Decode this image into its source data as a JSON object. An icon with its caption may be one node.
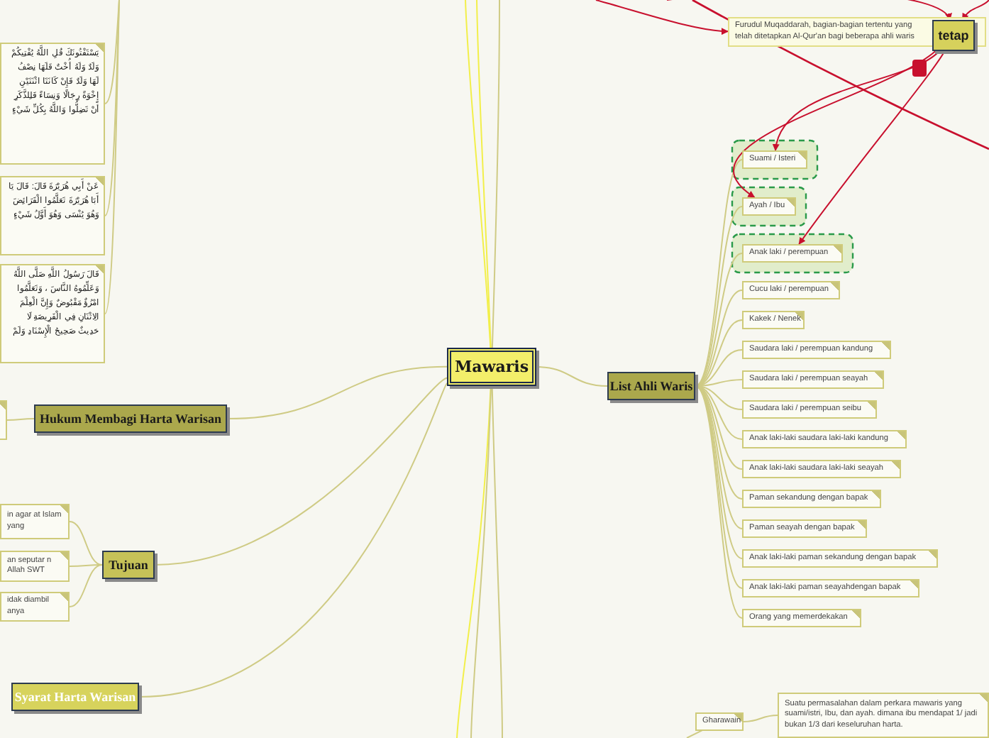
{
  "diagram": {
    "nodes": [
      {
        "text": [
          "Mawaris"
        ]
      },
      {
        "text": [
          "يَسْتَفْتُونَكَ قُلِ اللَّهُ يُفْتِيكُمْ وَلَدٌ وَلَهُ أُخْتٌ فَلَهَا نِصْفُ لَهَا وَلَدٌ فَإِنْ كَانَتَا اثْنَتَيْنِ إِخْوَةً رِجَالًا وَنِسَاءً فَلِلذَّكَرِ أَنْ تَضِلُّوا وَاللَّهُ بِكُلِّ شَيْءٍ"
        ]
      },
      {
        "text": [
          "عَنْ أَبِي هُرَيْرَةَ قَالَ: قَالَ يَا أَبَا هُرَيْرَةَ تَعَلَّمُوا الْفَرَائِضَ وَهُوَ يُنْسَى وَهُوَ أَوَّلُ شَيْءٍ"
        ]
      },
      {
        "text": [
          "قَالَ رَسُولُ اللَّهِ صَلَّى اللَّهُ وَعَلِّمُوهُ النَّاسَ ، وَتَعَلَّمُوا امْرُؤٌ مَقْبُوضٌ وَإِنَّ الْعِلْمَ الِاثْنَانِ فِي الْفَرِيضَةِ لَا حَدِيثٌ صَحِيحُ الْإِسْنَادِ وَلَمْ"
        ]
      },
      {
        "text": [
          "Furudul Muqaddarah, bagian-bagian tertentu yang telah ditetapkan Al-Qur'an bagi beberapa ahli waris"
        ]
      },
      {
        "text": [
          "tetap"
        ],
        "in": 4
      },
      {
        "text": [],
        "shape": "box"
      },
      {
        "text": [
          "Hukum Membagi Harta Warisan"
        ]
      },
      {
        "text": [
          "List Ahli Waris"
        ]
      },
      {
        "text": [
          "Suami / Isteri"
        ]
      },
      {
        "text": [
          "Ayah / Ibu"
        ]
      },
      {
        "text": [
          "Anak laki / perempuan"
        ]
      },
      {
        "text": [
          "Cucu laki / perempuan"
        ]
      },
      {
        "text": [
          "Kakek / Nenek"
        ]
      },
      {
        "text": [
          "Saudara laki / perempuan kandung"
        ]
      },
      {
        "text": [
          "Saudara laki / perempuan seayah"
        ]
      },
      {
        "text": [
          "Saudara laki / perempuan seibu"
        ]
      },
      {
        "text": [
          "Anak laki-laki saudara laki-laki kandung"
        ]
      },
      {
        "text": [
          "Anak laki-laki saudara laki-laki seayah"
        ]
      },
      {
        "text": [
          "Paman sekandung dengan bapak"
        ]
      },
      {
        "text": [
          "Paman seayah dengan bapak"
        ]
      },
      {
        "text": [
          "Anak laki-laki paman sekandung dengan bapak"
        ]
      },
      {
        "text": [
          "Anak laki-laki paman seayahdengan bapak"
        ]
      },
      {
        "text": [
          "Orang yang memerdekakan"
        ]
      },
      {
        "text": [
          "in agar at Islam yang"
        ]
      },
      {
        "text": [
          "an seputar n Allah SWT"
        ]
      },
      {
        "text": [
          "idak diambil anya"
        ]
      },
      {
        "text": [
          "Tujuan"
        ]
      },
      {
        "text": [
          "Syarat Harta Warisan"
        ]
      },
      {
        "text": [
          "Gharawain"
        ]
      },
      {
        "text": [
          "Suatu permasalahan dalam perkara mawaris yang suami/istri, Ibu, dan ayah. dimana ibu mendapat 1/ jadi bukan 1/3 dari keseluruhan harta."
        ]
      }
    ],
    "edges": [
      {
        "from": 0,
        "to": 8,
        "arrow": "none"
      },
      {
        "from": 0,
        "to": 7,
        "arrow": "none"
      },
      {
        "from": 0,
        "to": 27,
        "arrow": "none"
      },
      {
        "from": 0,
        "to": 28,
        "arrow": "none"
      },
      {
        "from": 0,
        "to": null,
        "arrow": "none",
        "color": "#f2ef4a"
      },
      {
        "from": 0,
        "to": null,
        "arrow": "none",
        "color": "#f2ef4a"
      },
      {
        "from": 0,
        "to": null,
        "arrow": "none"
      },
      {
        "from": 0,
        "to": null,
        "arrow": "none",
        "color": "#f2ef4a"
      },
      {
        "from": 0,
        "to": null,
        "arrow": "none"
      },
      {
        "from": 0,
        "to": null,
        "arrow": "none"
      },
      {
        "from": 7,
        "to": 6,
        "arrow": "none"
      },
      {
        "from": 27,
        "to": 24,
        "arrow": "none"
      },
      {
        "from": 27,
        "to": 25,
        "arrow": "none"
      },
      {
        "from": 27,
        "to": 26,
        "arrow": "none"
      },
      {
        "from": 8,
        "to": 9,
        "arrow": "none"
      },
      {
        "from": 8,
        "to": 10,
        "arrow": "none"
      },
      {
        "from": 8,
        "to": 11,
        "arrow": "none"
      },
      {
        "from": 8,
        "to": 12,
        "arrow": "none"
      },
      {
        "from": 8,
        "to": 13,
        "arrow": "none"
      },
      {
        "from": 8,
        "to": 14,
        "arrow": "none"
      },
      {
        "from": 8,
        "to": 15,
        "arrow": "none"
      },
      {
        "from": 8,
        "to": 16,
        "arrow": "none"
      },
      {
        "from": 8,
        "to": 17,
        "arrow": "none"
      },
      {
        "from": 8,
        "to": 18,
        "arrow": "none"
      },
      {
        "from": 8,
        "to": 19,
        "arrow": "none"
      },
      {
        "from": 8,
        "to": 20,
        "arrow": "none"
      },
      {
        "from": 8,
        "to": 21,
        "arrow": "none"
      },
      {
        "from": 8,
        "to": 22,
        "arrow": "none"
      },
      {
        "from": 8,
        "to": 23,
        "arrow": "none"
      },
      {
        "from": 1,
        "to": null,
        "arrow": "none"
      },
      {
        "from": 2,
        "to": null,
        "arrow": "none"
      },
      {
        "from": 3,
        "to": null,
        "arrow": "none"
      },
      {
        "from": 29,
        "to": 30,
        "arrow": "none"
      },
      {
        "from": 29,
        "to": null,
        "arrow": "none"
      },
      {
        "from": null,
        "to": 4,
        "arrow": "to",
        "color": "#c8102e"
      },
      {
        "from": null,
        "to": 5,
        "arrow": "to",
        "color": "#c8102e"
      },
      {
        "from": null,
        "to": 5,
        "arrow": "to",
        "color": "#c8102e"
      },
      {
        "from": 5,
        "to": 9,
        "arrow": "to",
        "color": "#c8102e"
      },
      {
        "from": 5,
        "to": 10,
        "arrow": "to",
        "color": "#c8102e"
      },
      {
        "from": 5,
        "to": 11,
        "arrow": "to",
        "color": "#c8102e"
      }
    ]
  }
}
